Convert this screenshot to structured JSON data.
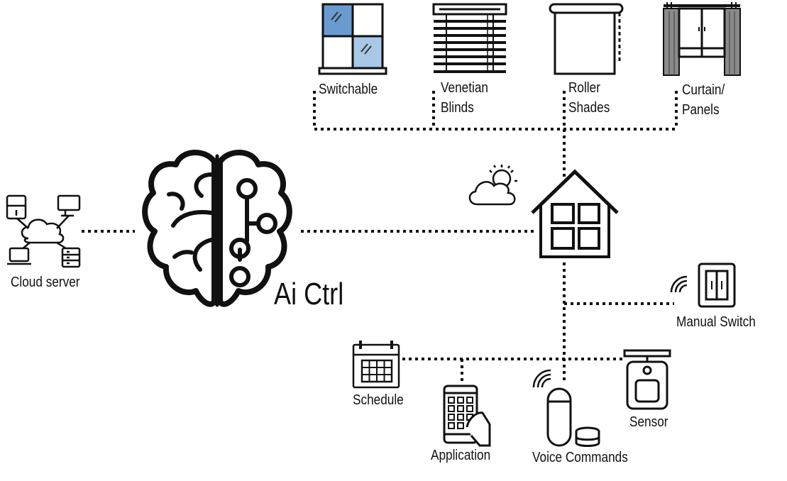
{
  "center": {
    "title": "Ai Ctrl"
  },
  "cloud": {
    "label": "Cloud server"
  },
  "window_types": [
    {
      "id": "switchable",
      "label": "Switchable",
      "icon": "switchable-glass-window-icon"
    },
    {
      "id": "venetian",
      "label": "Venetian Blinds",
      "icon": "venetian-blinds-icon"
    },
    {
      "id": "roller",
      "label": "Roller Shades",
      "icon": "roller-shade-icon"
    },
    {
      "id": "curtain",
      "label": "Curtain/ Panels",
      "icon": "curtain-panels-icon"
    }
  ],
  "controls": [
    {
      "id": "manual",
      "label": "Manual Switch",
      "icon": "wall-switch-icon"
    },
    {
      "id": "schedule",
      "label": "Schedule",
      "icon": "calendar-icon"
    },
    {
      "id": "application",
      "label": "Application",
      "icon": "smartphone-app-icon"
    },
    {
      "id": "voice",
      "label": "Voice Commands",
      "icon": "smart-speaker-icon"
    },
    {
      "id": "sensor",
      "label": "Sensor",
      "icon": "motion-sensor-icon"
    }
  ],
  "icons": {
    "brain": "ai-brain-icon",
    "house": "house-icon",
    "weather": "sun-behind-cloud-icon",
    "network": "cloud-network-icon"
  },
  "colors": {
    "line": "#111111",
    "glass_dark": "#6a9bd0",
    "glass_light": "#a9c7e6",
    "curtain_gray": "#8a8a8a"
  }
}
